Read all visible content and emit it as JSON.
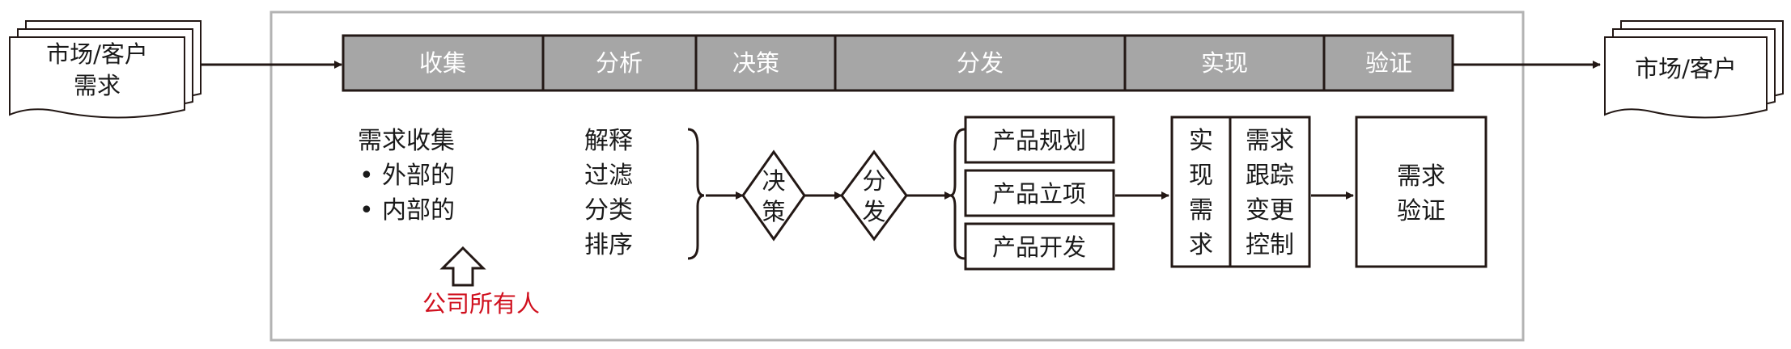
{
  "input": {
    "line1": "市场/客户",
    "line2": "需求"
  },
  "output": {
    "label": "市场/客户"
  },
  "stages": [
    "收集",
    "分析",
    "决策",
    "分发",
    "实现",
    "验证"
  ],
  "collect": {
    "title": "需求收集",
    "bullet1": "外部的",
    "bullet2": "内部的"
  },
  "owner": {
    "label": "公司所有人",
    "color": "#d0101e"
  },
  "analyze": {
    "l1": "解释",
    "l2": "过滤",
    "l3": "分类",
    "l4": "排序"
  },
  "decide": {
    "c1": "决",
    "c2": "策"
  },
  "distribute": {
    "c1": "分",
    "c2": "发"
  },
  "products": {
    "p1": "产品规划",
    "p2": "产品立项",
    "p3": "产品开发"
  },
  "realize": {
    "c1": "实",
    "c2": "现",
    "c3": "需",
    "c4": "求"
  },
  "track": {
    "l1": "需求",
    "l2": "跟踪",
    "l3": "变更",
    "l4": "控制"
  },
  "verify": {
    "l1": "需求",
    "l2": "验证"
  },
  "colors": {
    "stage_fill": "#a6a6a6",
    "frame": "#b3b3b3",
    "line": "#231815"
  }
}
